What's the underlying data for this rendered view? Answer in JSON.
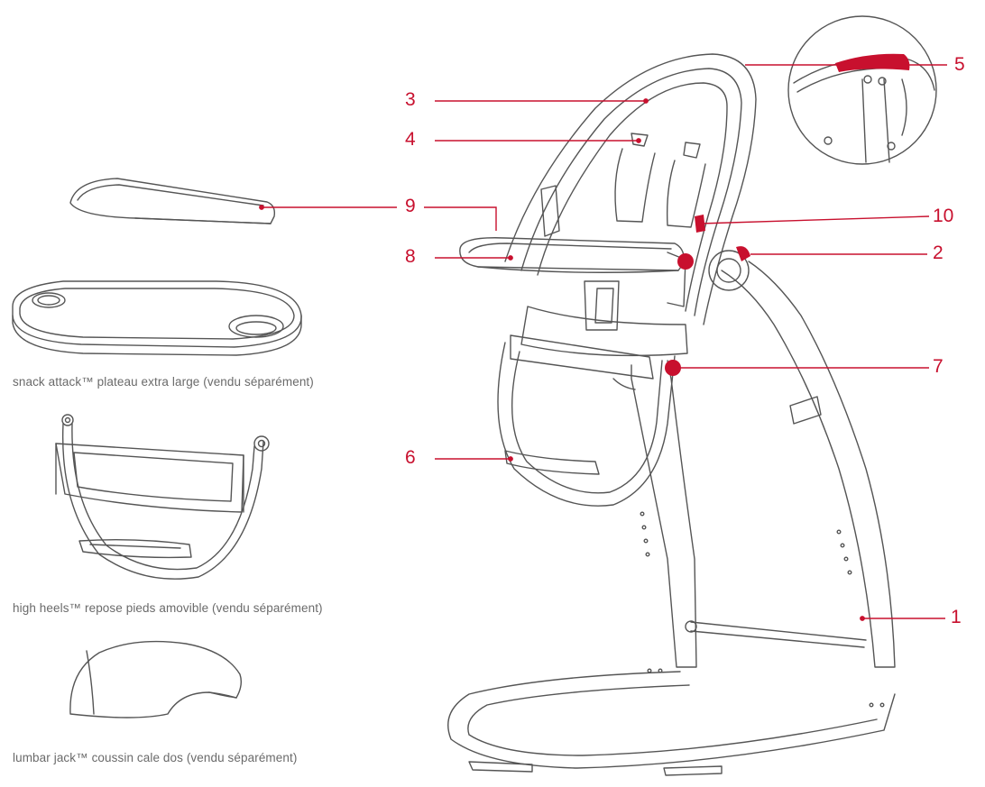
{
  "accent_color": "#c8102e",
  "line_color": "#555555",
  "callouts": [
    {
      "id": "1",
      "label": "1"
    },
    {
      "id": "2",
      "label": "2"
    },
    {
      "id": "3",
      "label": "3"
    },
    {
      "id": "4",
      "label": "4"
    },
    {
      "id": "5",
      "label": "5"
    },
    {
      "id": "6",
      "label": "6"
    },
    {
      "id": "7",
      "label": "7"
    },
    {
      "id": "8",
      "label": "8"
    },
    {
      "id": "9",
      "label": "9"
    },
    {
      "id": "10",
      "label": "10"
    }
  ],
  "accessories": [
    {
      "caption": "snack attack™ plateau extra large (vendu séparément)"
    },
    {
      "caption": "high heels™ repose pieds amovible (vendu séparément)"
    },
    {
      "caption": "lumbar jack™ coussin cale dos (vendu séparément)"
    }
  ]
}
